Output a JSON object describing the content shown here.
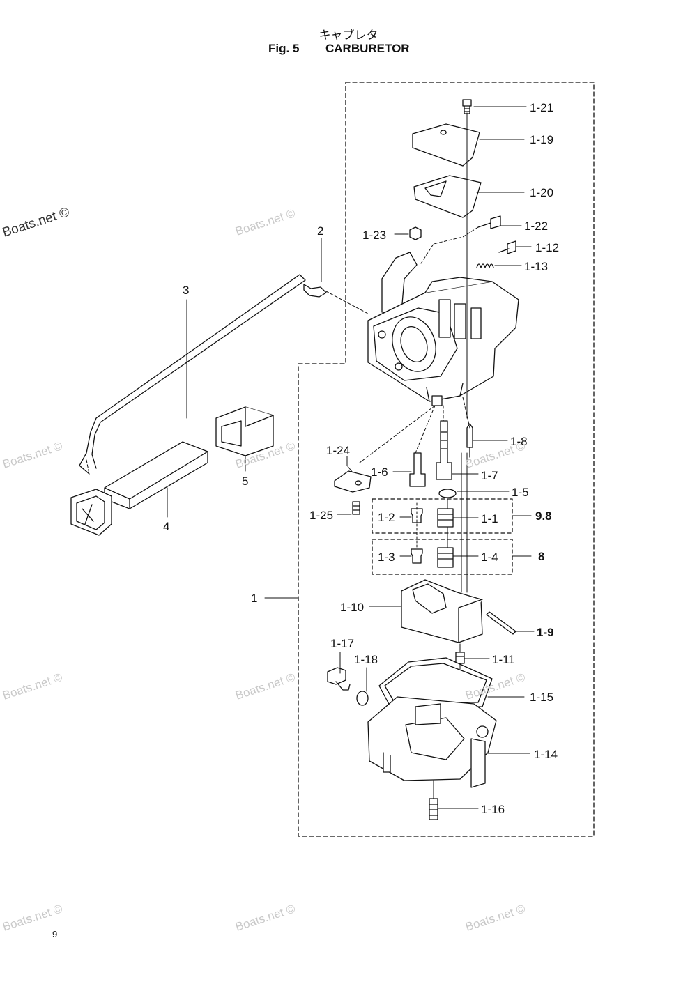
{
  "title": {
    "japanese": "キャブレタ",
    "fig": "Fig. 5",
    "name": "CARBURETOR"
  },
  "watermark": "Boats.net ©",
  "labels": {
    "l1_21": "1-21",
    "l1_19": "1-19",
    "l1_20": "1-20",
    "l1_22": "1-22",
    "l1_12": "1-12",
    "l1_13": "1-13",
    "l1_23": "1-23",
    "l2": "2",
    "l3": "3",
    "l4": "4",
    "l5": "5",
    "l1_24": "1-24",
    "l1_6": "1-6",
    "l1_7": "1-7",
    "l1_8": "1-8",
    "l1_5": "1-5",
    "l1_25": "1-25",
    "l1_2": "1-2",
    "l1_1": "1-1",
    "l9_8": "9.8",
    "l1_3": "1-3",
    "l1_4": "1-4",
    "l8": "8",
    "l1": "1",
    "l1_10": "1-10",
    "l1_9": "1-9",
    "l1_11": "1-11",
    "l1_17": "1-17",
    "l1_18": "1-18",
    "l1_15": "1-15",
    "l1_14": "1-14",
    "l1_16": "1-16"
  },
  "page_number": "—9—",
  "colors": {
    "ink": "#111111",
    "watermark": "#c9c9c9"
  }
}
